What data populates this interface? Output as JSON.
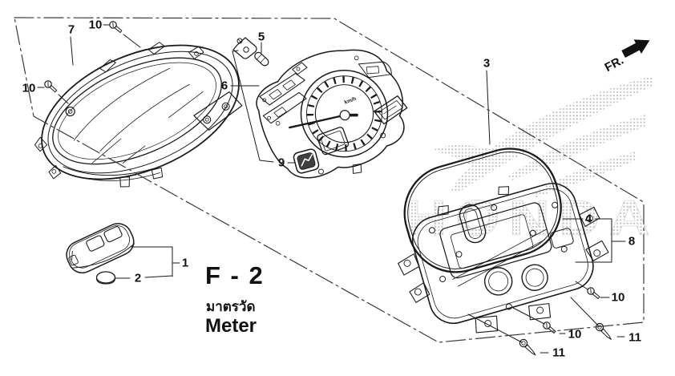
{
  "figure": {
    "page_code": "F - 2",
    "title_thai": "มาตรวัด",
    "title_english": "Meter"
  },
  "orientation": {
    "front_label": "FR."
  },
  "watermark": {
    "brand": "HONDA"
  },
  "meter": {
    "dial_unit": "km/h"
  },
  "callouts": [
    {
      "ref": "7",
      "part": "meter-lens-cover"
    },
    {
      "ref": "10",
      "part": "screw-top"
    },
    {
      "ref": "10",
      "part": "screw-left"
    },
    {
      "ref": "5",
      "part": "setting-pin"
    },
    {
      "ref": "6",
      "part": "meter-panel"
    },
    {
      "ref": "9",
      "part": "emblem-badge"
    },
    {
      "ref": "3",
      "part": "meter-case-assy"
    },
    {
      "ref": "4",
      "part": "case-packing"
    },
    {
      "ref": "8",
      "part": "lower-case"
    },
    {
      "ref": "10",
      "part": "screw-right"
    },
    {
      "ref": "10",
      "part": "screw-bottom-mid"
    },
    {
      "ref": "11",
      "part": "screw-bottom-center"
    },
    {
      "ref": "11",
      "part": "screw-bottom-right"
    },
    {
      "ref": "1",
      "part": "smart-key-fob"
    },
    {
      "ref": "2",
      "part": "key-battery"
    }
  ],
  "colors": {
    "background": "#ffffff",
    "line": "#1a1a1a",
    "border": "#3a3a3a",
    "watermark": "#bcbcbc"
  }
}
